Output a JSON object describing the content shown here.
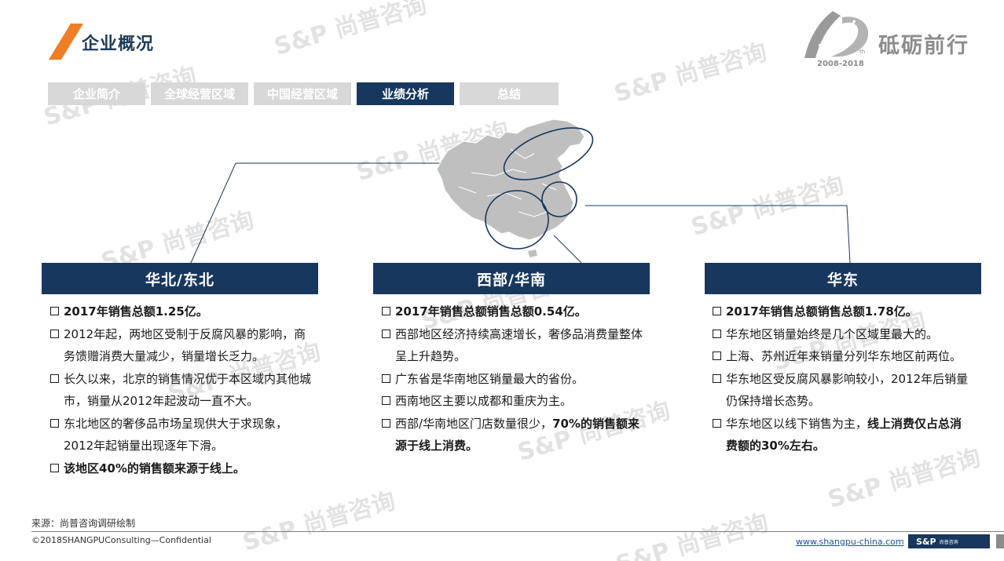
{
  "header": {
    "title": "企业概况",
    "logo_slogan": "砥砺前行",
    "logo_years": "2008-2018",
    "logo_th": "th",
    "accent_color": "#f07e26"
  },
  "tabs": [
    {
      "label": "企业简介",
      "active": false
    },
    {
      "label": "全球经营区域",
      "active": false
    },
    {
      "label": "中国经营区域",
      "active": false
    },
    {
      "label": "业绩分析",
      "active": true
    },
    {
      "label": "总结",
      "active": false
    }
  ],
  "regions": [
    {
      "name": "华北/东北",
      "bullets": [
        {
          "text": "2017年销售总额1.25亿。",
          "bold": true
        },
        {
          "text": "2012年起，两地区受制于反腐风暴的影响，商务馈赠消费大量减少，销量增长乏力。",
          "bold": false
        },
        {
          "text": "长久以来，北京的销售情况优于本区域内其他城市，销量从2012年起波动一直不大。",
          "bold": false
        },
        {
          "text": "东北地区的奢侈品市场呈现供大于求现象，2012年起销量出现逐年下滑。",
          "bold": false
        },
        {
          "text": "该地区40%的销售额来源于线上。",
          "bold": true
        }
      ]
    },
    {
      "name": "西部/华南",
      "bullets": [
        {
          "text": "2017年销售总额销售总额0.54亿。",
          "bold": true
        },
        {
          "text": "西部地区经济持续高速增长，奢侈品消费量整体呈上升趋势。",
          "bold": false
        },
        {
          "text": "广东省是华南地区销量最大的省份。",
          "bold": false
        },
        {
          "text": "西南地区主要以成都和重庆为主。",
          "bold": false
        },
        {
          "text_plain": "西部/华南地区门店数量很少，",
          "text_bold": "70%的销售额来源于线上消费。"
        }
      ]
    },
    {
      "name": "华东",
      "bullets": [
        {
          "text": "2017年销售总额销售总额1.78亿。",
          "bold": true
        },
        {
          "text": "华东地区销量始终是几个区域里最大的。",
          "bold": false
        },
        {
          "text": "上海、苏州近年来销量分列华东地区前两位。",
          "bold": false
        },
        {
          "text": "华东地区受反腐风暴影响较小，2012年后销量仍保持增长态势。",
          "bold": false
        },
        {
          "text_plain": "华东地区以线下销售为主，",
          "text_bold": "线上消费仅占总消费额的30%左右。"
        }
      ]
    }
  ],
  "footer": {
    "source": "来源：尚普咨询调研绘制",
    "copyright": "©2018SHANGPUConsulting—Confidential",
    "website": "www.shangpu-china.com",
    "badge": "S&P",
    "badge_sub": "尚普咨询"
  },
  "watermark": "S&P 尚普咨询",
  "colors": {
    "navy": "#17375e",
    "tab_inactive": "#d8d8d8",
    "map_gray": "#bfbfbf"
  }
}
